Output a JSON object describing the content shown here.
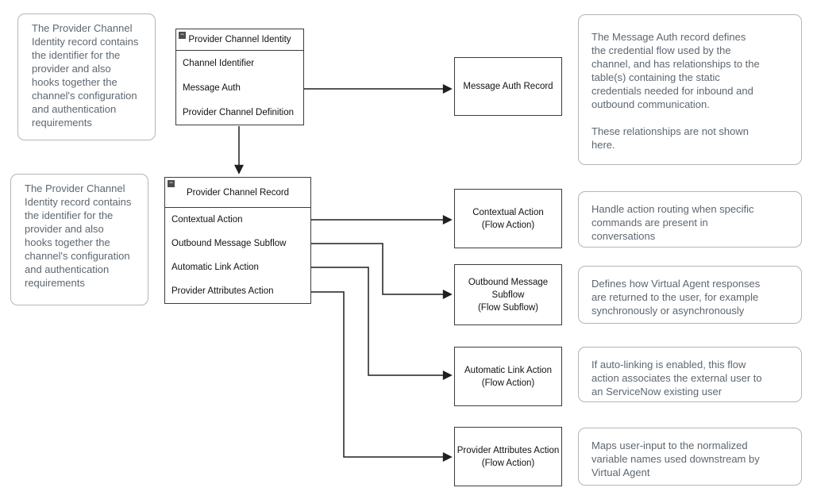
{
  "colors": {
    "note_border": "#b5b5b5",
    "note_text": "#5d6770",
    "box_border": "#3c3c3c",
    "box_text": "#111111",
    "connector": "#1f1f1f",
    "background": "#ffffff"
  },
  "icons": {
    "collapse": "−"
  },
  "left_notes": [
    {
      "text": "The Provider Channel Identity record contains the identifier for the provider and also hooks together the channel's configuration and authentication requirements"
    },
    {
      "text": "The Provider Channel Identity record contains the identifier for the provider and also hooks together the channel's configuration and authentication requirements"
    }
  ],
  "entities": {
    "identity": {
      "title": "Provider Channel Identity",
      "fields": [
        "Channel Identifier",
        "Message Auth",
        "Provider Channel Definition"
      ]
    },
    "record": {
      "title": "Provider Channel Record",
      "fields": [
        "Contextual Action",
        "Outbound Message Subflow",
        "Automatic Link Action",
        "Provider Attributes Action"
      ]
    }
  },
  "flow_boxes": [
    {
      "title": "Message Auth Record",
      "subtitle": ""
    },
    {
      "title": "Contextual Action",
      "subtitle": "(Flow Action)"
    },
    {
      "title": "Outbound Message Subflow",
      "subtitle": "(Flow Subflow)"
    },
    {
      "title": "Automatic Link Action",
      "subtitle": "(Flow Action)"
    },
    {
      "title": "Provider Attributes Action",
      "subtitle": "(Flow Action)"
    }
  ],
  "right_notes": [
    {
      "p1": "The Message Auth record defines the credential flow used by the channel, and has relationships to the table(s) containing the static credentials needed for inbound and outbound communication.",
      "p2": "These relationships are not shown here."
    },
    {
      "p1": "Handle action routing when specific commands are present in conversations",
      "p2": ""
    },
    {
      "p1": "Defines how Virtual Agent responses are returned to the user, for example synchronously or asynchronously",
      "p2": ""
    },
    {
      "p1": "If auto-linking is enabled, this flow action associates the external user to an ServiceNow existing user",
      "p2": ""
    },
    {
      "p1": "Maps user-input to the normalized variable names used downstream by Virtual Agent",
      "p2": ""
    }
  ]
}
